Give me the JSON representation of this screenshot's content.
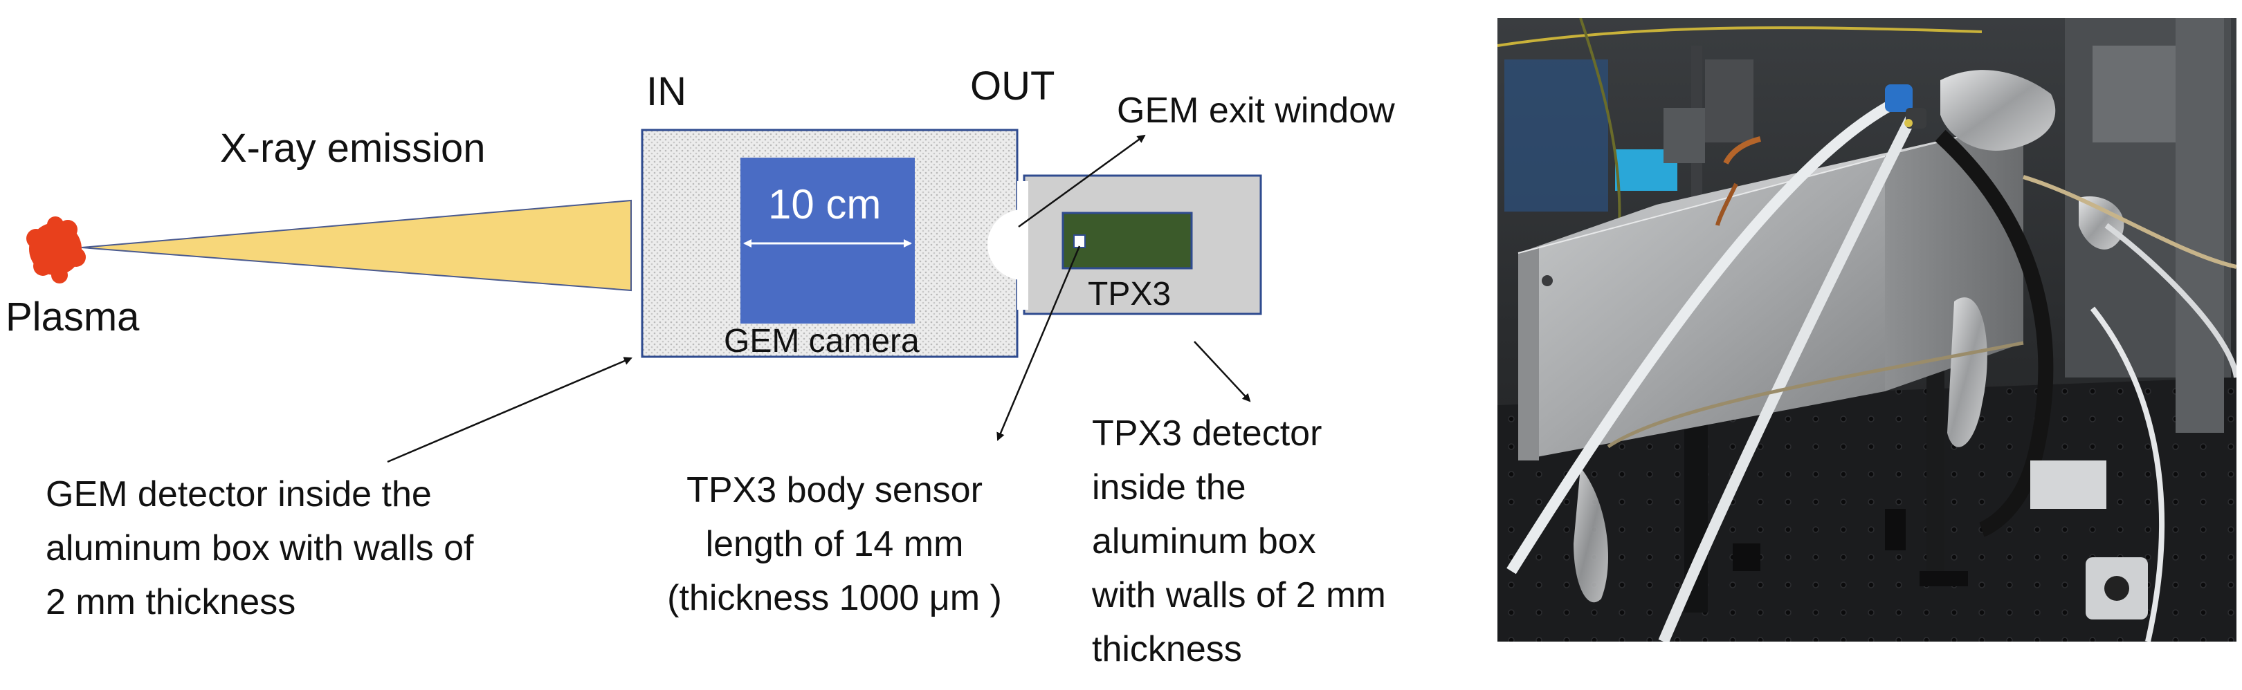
{
  "diagram": {
    "plasma_label": "Plasma",
    "xray_label": "X-ray emission",
    "in_label": "IN",
    "out_label": "OUT",
    "exit_window_label": "GEM exit window",
    "dimension_label": "10 cm",
    "gem_camera_label": "GEM camera",
    "tpx3_label": "TPX3",
    "gem_detector_caption": [
      "GEM detector inside the",
      "aluminum box with walls of",
      "2 mm thickness"
    ],
    "tpx3_sensor_caption": [
      "TPX3 body sensor",
      "length of 14 mm",
      "(thickness 1000 μm )"
    ],
    "tpx3_detector_caption": [
      "TPX3  detector",
      "inside the",
      "aluminum box",
      "with walls of 2 mm",
      "thickness"
    ]
  },
  "colors": {
    "plasma": "#e8401c",
    "xray_cone": "#f7d77a",
    "gem_box_fill": "#e9e9e9",
    "box_border": "#2f4b8f",
    "gem_camera": "#4a6cc4",
    "tpx3_box": "#cfcfcf",
    "tpx3_sensor": "#3b5a2a"
  },
  "photo": {
    "description_icon": "lab-setup-photo"
  }
}
